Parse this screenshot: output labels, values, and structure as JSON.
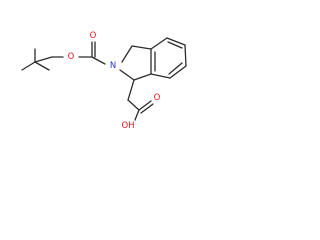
{
  "molecule": {
    "atoms": {
      "o_ester": "O",
      "o_carbonyl_top": "O",
      "n_ring": "N",
      "o_acid": "O",
      "oh_acid": "OH"
    },
    "colors": {
      "bond": "#2b2b2b",
      "oxygen": "#e8141a",
      "nitrogen": "#2a2ee0",
      "background": "#ffffff"
    }
  }
}
